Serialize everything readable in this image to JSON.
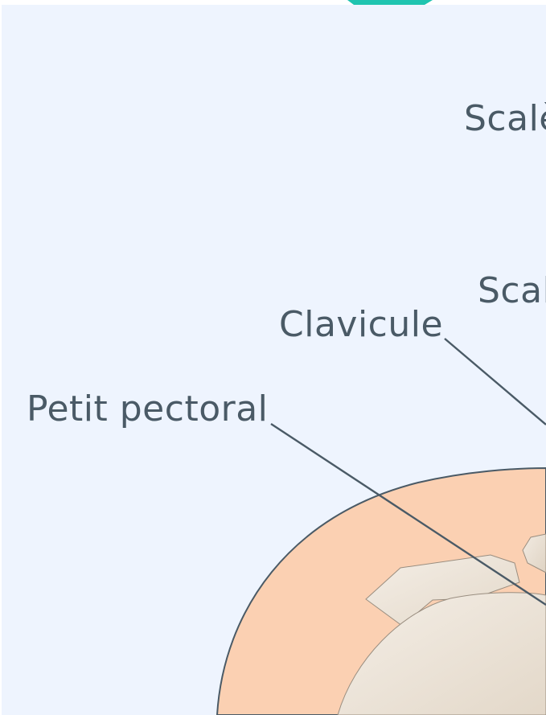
{
  "labels": {
    "scalene_top": "Scalè",
    "scalene_mid": "Scal",
    "clavicule": "Clavicule",
    "petit_pectoral": "Petit pectoral"
  },
  "colors": {
    "background": "#eef4fe",
    "muscle": "#fbd0b2",
    "bone": "#ede5da",
    "outline": "#4a5a66",
    "accent_tab": "#1fc4b0"
  }
}
